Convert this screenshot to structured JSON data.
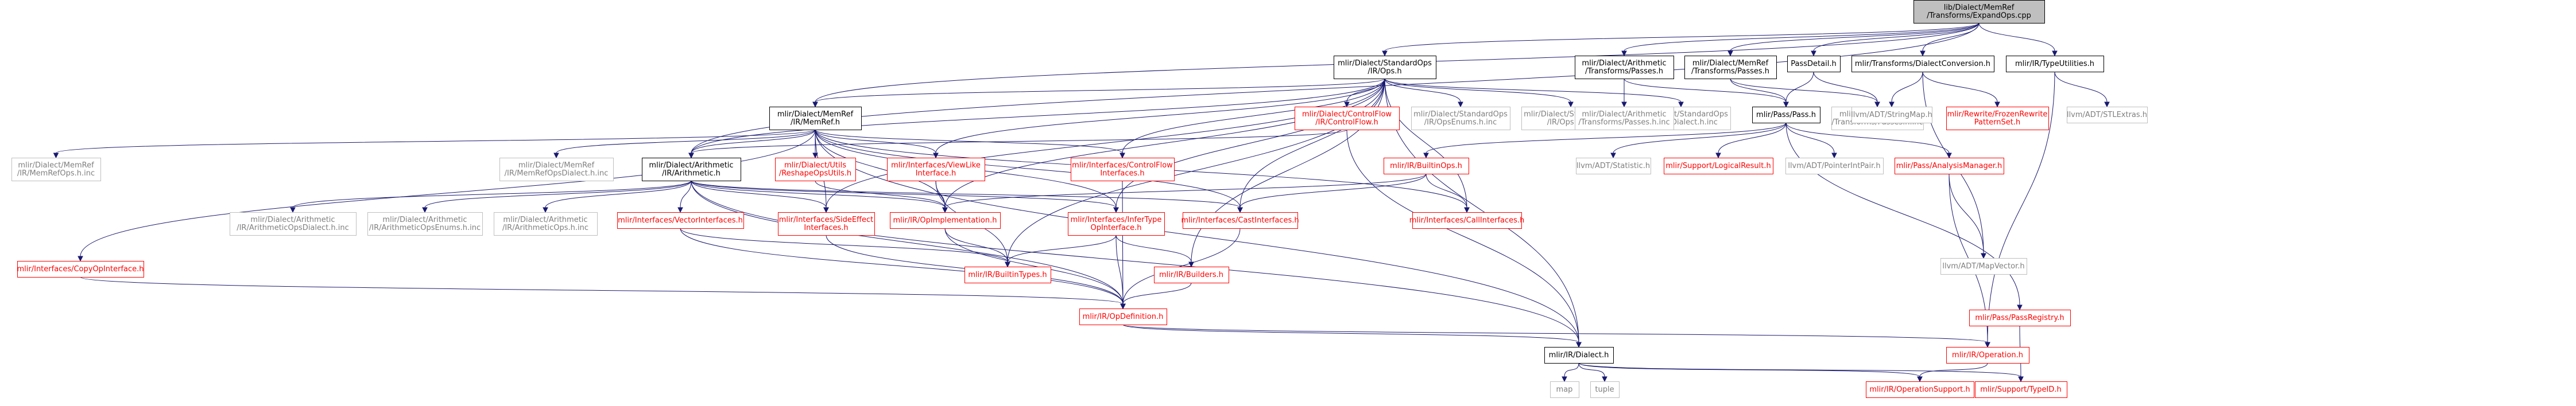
{
  "colors": {
    "edge": "#191970",
    "node_border_normal": "#000000",
    "node_border_missing": "#bfbfbf",
    "node_border_linked": "#ff0000",
    "root_fill": "#bfbfbf",
    "text_normal": "#000000",
    "text_linked": "#ff0000",
    "text_external": "#7f7f7f"
  },
  "nodes": [
    {
      "id": "root",
      "lines": [
        "lib/Dialect/MemRef",
        "/Transforms/ExpandOps.cpp"
      ],
      "kind": "root"
    },
    {
      "id": "stdops",
      "lines": [
        "mlir/Dialect/StandardOps",
        "/IR/Ops.h"
      ],
      "kind": "normal"
    },
    {
      "id": "aritpasses",
      "lines": [
        "mlir/Dialect/Arithmetic",
        "/Transforms/Passes.h"
      ],
      "kind": "normal"
    },
    {
      "id": "memrefpasses",
      "lines": [
        "mlir/Dialect/MemRef",
        "/Transforms/Passes.h"
      ],
      "kind": "normal"
    },
    {
      "id": "passdetail",
      "lines": [
        "PassDetail.h"
      ],
      "kind": "normal"
    },
    {
      "id": "dialectconv",
      "lines": [
        "mlir/Transforms/DialectConversion.h"
      ],
      "kind": "normal"
    },
    {
      "id": "typeutils",
      "lines": [
        "mlir/IR/TypeUtilities.h"
      ],
      "kind": "normal"
    },
    {
      "id": "memrefh",
      "lines": [
        "mlir/Dialect/MemRef",
        "/IR/MemRef.h"
      ],
      "kind": "normal"
    },
    {
      "id": "controlflow",
      "lines": [
        "mlir/Dialect/ControlFlow",
        "/IR/ControlFlow.h"
      ],
      "kind": "linked"
    },
    {
      "id": "stdenums",
      "lines": [
        "mlir/Dialect/StandardOps",
        "/IR/OpsEnums.h.inc"
      ],
      "kind": "missing"
    },
    {
      "id": "stdopsinc",
      "lines": [
        "mlir/Dialect/StandardOps",
        "/IR/Ops.h.inc"
      ],
      "kind": "missing"
    },
    {
      "id": "stddialectinc",
      "lines": [
        "mlir/Dialect/StandardOps",
        "/IR/OpsDialect.h.inc"
      ],
      "kind": "missing"
    },
    {
      "id": "aritpassesinc",
      "lines": [
        "mlir/Dialect/Arithmetic",
        "/Transforms/Passes.h.inc"
      ],
      "kind": "missing"
    },
    {
      "id": "passpass",
      "lines": [
        "mlir/Pass/Pass.h"
      ],
      "kind": "normal"
    },
    {
      "id": "memrefpassesinc",
      "lines": [
        "mlir/Dialect/MemRef",
        "/Transforms/Passes.h.inc"
      ],
      "kind": "missing"
    },
    {
      "id": "stringmap",
      "lines": [
        "llvm/ADT/StringMap.h"
      ],
      "kind": "missing"
    },
    {
      "id": "frozen",
      "lines": [
        "mlir/Rewrite/FrozenRewrite",
        "PatternSet.h"
      ],
      "kind": "linked"
    },
    {
      "id": "stlextras",
      "lines": [
        "llvm/ADT/STLExtras.h"
      ],
      "kind": "missing"
    },
    {
      "id": "memrefopsinc",
      "lines": [
        "mlir/Dialect/MemRef",
        "/IR/MemRefOps.h.inc"
      ],
      "kind": "missing"
    },
    {
      "id": "memrefdialectinc",
      "lines": [
        "mlir/Dialect/MemRef",
        "/IR/MemRefOpsDialect.h.inc"
      ],
      "kind": "missing"
    },
    {
      "id": "arith",
      "lines": [
        "mlir/Dialect/Arithmetic",
        "/IR/Arithmetic.h"
      ],
      "kind": "normal"
    },
    {
      "id": "reshape",
      "lines": [
        "mlir/Dialect/Utils",
        "/ReshapeOpsUtils.h"
      ],
      "kind": "linked"
    },
    {
      "id": "viewlike",
      "lines": [
        "mlir/Interfaces/ViewLike",
        "Interface.h"
      ],
      "kind": "linked"
    },
    {
      "id": "cfiface",
      "lines": [
        "mlir/Interfaces/ControlFlow",
        "Interfaces.h"
      ],
      "kind": "linked"
    },
    {
      "id": "builtinops",
      "lines": [
        "mlir/IR/BuiltinOps.h"
      ],
      "kind": "linked"
    },
    {
      "id": "statistic",
      "lines": [
        "llvm/ADT/Statistic.h"
      ],
      "kind": "missing"
    },
    {
      "id": "logicalresult",
      "lines": [
        "mlir/Support/LogicalResult.h"
      ],
      "kind": "linked"
    },
    {
      "id": "pointerintpair",
      "lines": [
        "llvm/ADT/PointerIntPair.h"
      ],
      "kind": "missing"
    },
    {
      "id": "analysismgr",
      "lines": [
        "mlir/Pass/AnalysisManager.h"
      ],
      "kind": "linked"
    },
    {
      "id": "aritdialectinc",
      "lines": [
        "mlir/Dialect/Arithmetic",
        "/IR/ArithmeticOpsDialect.h.inc"
      ],
      "kind": "missing"
    },
    {
      "id": "aritenumsinc",
      "lines": [
        "mlir/Dialect/Arithmetic",
        "/IR/ArithmeticOpsEnums.h.inc"
      ],
      "kind": "missing"
    },
    {
      "id": "aritopsinc",
      "lines": [
        "mlir/Dialect/Arithmetic",
        "/IR/ArithmeticOps.h.inc"
      ],
      "kind": "missing"
    },
    {
      "id": "vectoriface",
      "lines": [
        "mlir/Interfaces/VectorInterfaces.h"
      ],
      "kind": "linked"
    },
    {
      "id": "sideeffect",
      "lines": [
        "mlir/Interfaces/SideEffect",
        "Interfaces.h"
      ],
      "kind": "linked"
    },
    {
      "id": "opimpl",
      "lines": [
        "mlir/IR/OpImplementation.h"
      ],
      "kind": "linked"
    },
    {
      "id": "infertype",
      "lines": [
        "mlir/Interfaces/InferType",
        "OpInterface.h"
      ],
      "kind": "linked"
    },
    {
      "id": "castiface",
      "lines": [
        "mlir/Interfaces/CastInterfaces.h"
      ],
      "kind": "linked"
    },
    {
      "id": "calliface",
      "lines": [
        "mlir/Interfaces/CallInterfaces.h"
      ],
      "kind": "linked"
    },
    {
      "id": "copyop",
      "lines": [
        "mlir/Interfaces/CopyOpInterface.h"
      ],
      "kind": "linked"
    },
    {
      "id": "builtintypes",
      "lines": [
        "mlir/IR/BuiltinTypes.h"
      ],
      "kind": "linked"
    },
    {
      "id": "builders",
      "lines": [
        "mlir/IR/Builders.h"
      ],
      "kind": "linked"
    },
    {
      "id": "mapvector",
      "lines": [
        "llvm/ADT/MapVector.h"
      ],
      "kind": "missing"
    },
    {
      "id": "passregistry",
      "lines": [
        "mlir/Pass/PassRegistry.h"
      ],
      "kind": "linked"
    },
    {
      "id": "opdef",
      "lines": [
        "mlir/IR/OpDefinition.h"
      ],
      "kind": "linked"
    },
    {
      "id": "dialect",
      "lines": [
        "mlir/IR/Dialect.h"
      ],
      "kind": "normal"
    },
    {
      "id": "operation",
      "lines": [
        "mlir/IR/Operation.h"
      ],
      "kind": "linked"
    },
    {
      "id": "map",
      "lines": [
        "map"
      ],
      "kind": "missing"
    },
    {
      "id": "tuple",
      "lines": [
        "tuple"
      ],
      "kind": "missing"
    },
    {
      "id": "opsupport",
      "lines": [
        "mlir/IR/OperationSupport.h"
      ],
      "kind": "linked"
    },
    {
      "id": "typeid",
      "lines": [
        "mlir/Support/TypeID.h"
      ],
      "kind": "linked"
    }
  ],
  "edges": [
    [
      "root",
      "stdops"
    ],
    [
      "root",
      "aritpasses"
    ],
    [
      "root",
      "memrefpasses"
    ],
    [
      "root",
      "passdetail"
    ],
    [
      "root",
      "dialectconv"
    ],
    [
      "root",
      "typeutils"
    ],
    [
      "root",
      "arith"
    ],
    [
      "root",
      "memrefh"
    ],
    [
      "stdops",
      "memrefh"
    ],
    [
      "stdops",
      "controlflow"
    ],
    [
      "stdops",
      "stdenums"
    ],
    [
      "stdops",
      "stdopsinc"
    ],
    [
      "stdops",
      "stddialectinc"
    ],
    [
      "stdops",
      "arith"
    ],
    [
      "stdops",
      "cfiface"
    ],
    [
      "stdops",
      "sideeffect"
    ],
    [
      "stdops",
      "opimpl"
    ],
    [
      "stdops",
      "infertype"
    ],
    [
      "stdops",
      "castiface"
    ],
    [
      "stdops",
      "calliface"
    ],
    [
      "stdops",
      "builtintypes"
    ],
    [
      "stdops",
      "builders"
    ],
    [
      "stdops",
      "dialect"
    ],
    [
      "stdops",
      "viewlike"
    ],
    [
      "aritpasses",
      "aritpassesinc"
    ],
    [
      "aritpasses",
      "passpass"
    ],
    [
      "memrefpasses",
      "passpass"
    ],
    [
      "memrefpasses",
      "memrefpassesinc"
    ],
    [
      "passdetail",
      "passpass"
    ],
    [
      "passdetail",
      "memrefpassesinc"
    ],
    [
      "dialectconv",
      "stringmap"
    ],
    [
      "dialectconv",
      "frozen"
    ],
    [
      "dialectconv",
      "mapvector"
    ],
    [
      "typeutils",
      "stlextras"
    ],
    [
      "typeutils",
      "operation"
    ],
    [
      "memrefh",
      "memrefopsinc"
    ],
    [
      "memrefh",
      "memrefdialectinc"
    ],
    [
      "memrefh",
      "arith"
    ],
    [
      "memrefh",
      "reshape"
    ],
    [
      "memrefh",
      "viewlike"
    ],
    [
      "memrefh",
      "cfiface"
    ],
    [
      "memrefh",
      "copyop"
    ],
    [
      "memrefh",
      "sideeffect"
    ],
    [
      "memrefh",
      "infertype"
    ],
    [
      "memrefh",
      "castiface"
    ],
    [
      "memrefh",
      "calliface"
    ],
    [
      "memrefh",
      "dialect"
    ],
    [
      "memrefh",
      "opimpl"
    ],
    [
      "controlflow",
      "arith"
    ],
    [
      "controlflow",
      "dialect"
    ],
    [
      "passpass",
      "builtinops"
    ],
    [
      "passpass",
      "statistic"
    ],
    [
      "passpass",
      "logicalresult"
    ],
    [
      "passpass",
      "pointerintpair"
    ],
    [
      "passpass",
      "analysismgr"
    ],
    [
      "passpass",
      "passregistry"
    ],
    [
      "arith",
      "aritdialectinc"
    ],
    [
      "arith",
      "aritenumsinc"
    ],
    [
      "arith",
      "aritopsinc"
    ],
    [
      "arith",
      "vectoriface"
    ],
    [
      "arith",
      "sideeffect"
    ],
    [
      "arith",
      "opimpl"
    ],
    [
      "arith",
      "infertype"
    ],
    [
      "arith",
      "castiface"
    ],
    [
      "arith",
      "opdef"
    ],
    [
      "arith",
      "dialect"
    ],
    [
      "reshape",
      "opimpl"
    ],
    [
      "viewlike",
      "opimpl"
    ],
    [
      "viewlike",
      "builtintypes"
    ],
    [
      "cfiface",
      "opdef"
    ],
    [
      "builtinops",
      "opimpl"
    ],
    [
      "builtinops",
      "calliface"
    ],
    [
      "builtinops",
      "castiface"
    ],
    [
      "analysismgr",
      "operation"
    ],
    [
      "analysismgr",
      "mapvector"
    ],
    [
      "vectoriface",
      "builtintypes"
    ],
    [
      "vectoriface",
      "opdef"
    ],
    [
      "sideeffect",
      "opdef"
    ],
    [
      "opimpl",
      "builtintypes"
    ],
    [
      "opimpl",
      "opdef"
    ],
    [
      "infertype",
      "builtintypes"
    ],
    [
      "infertype",
      "builders"
    ],
    [
      "infertype",
      "opdef"
    ],
    [
      "castiface",
      "opdef"
    ],
    [
      "copyop",
      "opdef"
    ],
    [
      "builders",
      "opdef"
    ],
    [
      "passregistry",
      "typeid"
    ],
    [
      "opdef",
      "dialect"
    ],
    [
      "opdef",
      "operation"
    ],
    [
      "dialect",
      "map"
    ],
    [
      "dialect",
      "tuple"
    ],
    [
      "dialect",
      "opsupport"
    ],
    [
      "dialect",
      "typeid"
    ],
    [
      "operation",
      "opsupport"
    ]
  ]
}
